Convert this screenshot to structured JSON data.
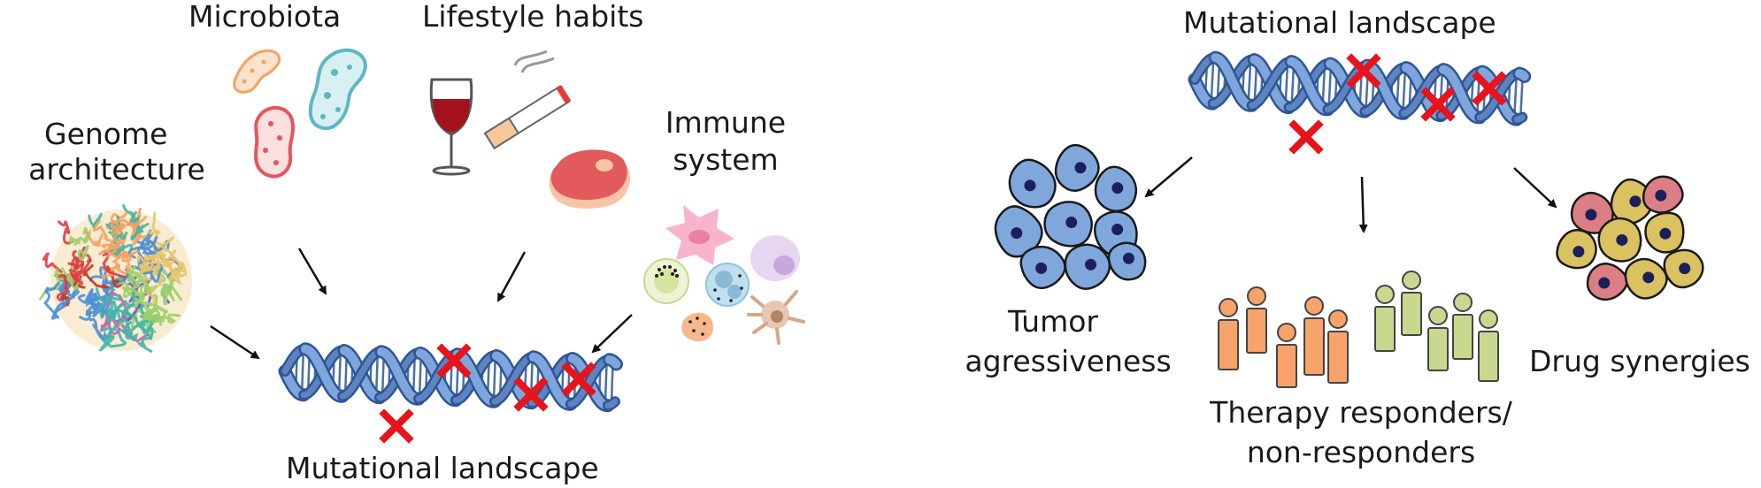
{
  "left_panel": {
    "labels": {
      "microbiota": "Microbiota",
      "lifestyle": "Lifestyle habits",
      "genome_line1": "Genome",
      "genome_line2": "architecture",
      "immune_line1": "Immune",
      "immune_line2": "system",
      "mutational": "Mutational landscape"
    }
  },
  "right_panel": {
    "labels": {
      "mutational": "Mutational landscape",
      "tumor_line1": "Tumor",
      "tumor_line2": "agressiveness",
      "therapy_line1": "Therapy responders/",
      "therapy_line2": "non-responders",
      "drug": "Drug synergies"
    }
  },
  "colors": {
    "dna_light": "#7ea6dc",
    "dna_dark": "#2f5597",
    "mutation_x": "#e8131b",
    "arrow": "#111111",
    "cell_blue": "#7fa7dc",
    "cell_mixed_yellow": "#d9c25f",
    "cell_mixed_red": "#dc7f84",
    "nucleus": "#1d1f5c",
    "person_orange": "#f7a36a",
    "person_green": "#c9d88f",
    "wine": "#a3111b",
    "meat": "#e25a5c",
    "bacteria_orange": "#f4a261",
    "bacteria_teal": "#5fb7c4",
    "bacteria_red": "#e2575e"
  },
  "icons": [
    "bacteria-icon",
    "wine-glass-icon",
    "cigarette-icon",
    "steak-icon",
    "immune-cell-icon",
    "chromatin-globule-icon",
    "dna-helix-icon",
    "mutation-x-icon",
    "arrow-icon",
    "tumor-cell-cluster-icon",
    "person-icon"
  ]
}
